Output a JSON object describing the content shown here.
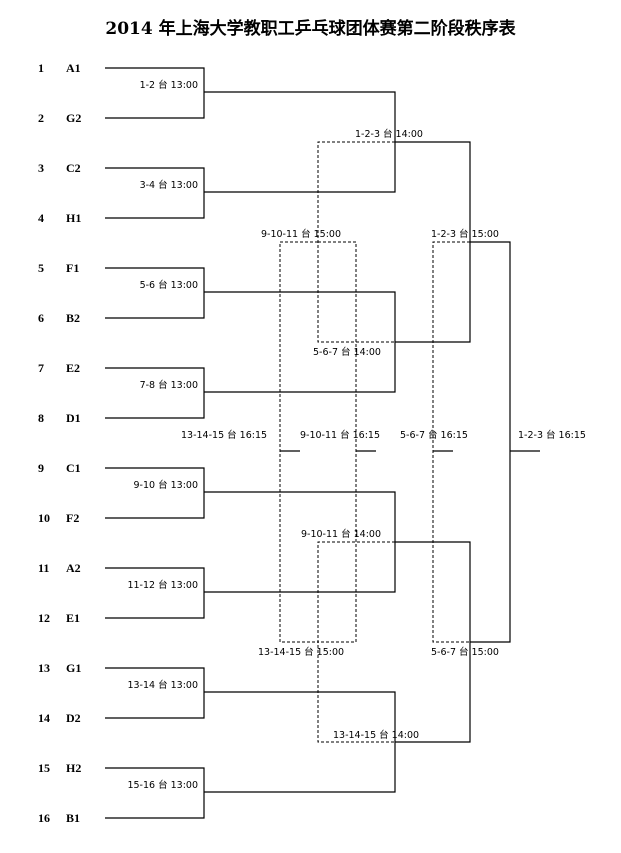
{
  "title": "2014 年上海大学教职工乒乓球团体赛第二阶段秩序表",
  "entrants": [
    {
      "seed": "1",
      "team": "A1"
    },
    {
      "seed": "2",
      "team": "G2"
    },
    {
      "seed": "3",
      "team": "C2"
    },
    {
      "seed": "4",
      "team": "H1"
    },
    {
      "seed": "5",
      "team": "F1"
    },
    {
      "seed": "6",
      "team": "B2"
    },
    {
      "seed": "7",
      "team": "E2"
    },
    {
      "seed": "8",
      "team": "D1"
    },
    {
      "seed": "9",
      "team": "C1"
    },
    {
      "seed": "10",
      "team": "F2"
    },
    {
      "seed": "11",
      "team": "A2"
    },
    {
      "seed": "12",
      "team": "E1"
    },
    {
      "seed": "13",
      "team": "G1"
    },
    {
      "seed": "14",
      "team": "D2"
    },
    {
      "seed": "15",
      "team": "H2"
    },
    {
      "seed": "16",
      "team": "B1"
    }
  ],
  "matches": [
    {
      "id": "r1-1",
      "label": "1-2 台 13:00"
    },
    {
      "id": "r1-2",
      "label": "3-4 台 13:00"
    },
    {
      "id": "r1-3",
      "label": "5-6 台 13:00"
    },
    {
      "id": "r1-4",
      "label": "7-8 台 13:00"
    },
    {
      "id": "r1-5",
      "label": "9-10 台 13:00"
    },
    {
      "id": "r1-6",
      "label": "11-12 台 13:00"
    },
    {
      "id": "r1-7",
      "label": "13-14 台 13:00"
    },
    {
      "id": "r1-8",
      "label": "15-16 台 13:00"
    },
    {
      "id": "r2-top-w",
      "label": "1-2-3 台 14:00"
    },
    {
      "id": "r2-top-l",
      "label": "5-6-7 台 14:00"
    },
    {
      "id": "r2-bot-w",
      "label": "9-10-11 台 14:00"
    },
    {
      "id": "r2-bot-l",
      "label": "13-14-15 台 14:00"
    },
    {
      "id": "r3-w",
      "label": "1-2-3 台 15:00"
    },
    {
      "id": "r3-l1",
      "label": "5-6-7 台 15:00"
    },
    {
      "id": "r3-x1",
      "label": "9-10-11 台 15:00"
    },
    {
      "id": "r3-x2",
      "label": "13-14-15 台 15:00"
    },
    {
      "id": "r4-1",
      "label": "1-2-3 台 16:15"
    },
    {
      "id": "r4-2",
      "label": "5-6-7 台 16:15"
    },
    {
      "id": "r4-3",
      "label": "9-10-11 台 16:15"
    },
    {
      "id": "r4-4",
      "label": "13-14-15 台 16:15"
    }
  ]
}
